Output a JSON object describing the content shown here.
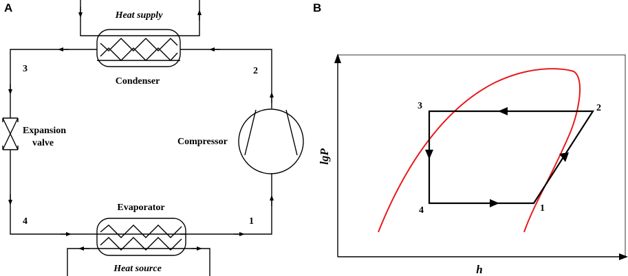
{
  "panel_a": {
    "label": "A",
    "heat_supply": "Heat supply",
    "condenser": "Condenser",
    "expansion_valve_line1": "Expansion",
    "expansion_valve_line2": "valve",
    "compressor": "Compressor",
    "evaporator": "Evaporator",
    "heat_source": "Heat source",
    "points": [
      "1",
      "2",
      "3",
      "4"
    ]
  },
  "panel_b": {
    "label": "B",
    "y_axis": "lgP",
    "x_axis": "h",
    "points": [
      "1",
      "2",
      "3",
      "4"
    ],
    "saturation_curve_color": "#e8191c"
  }
}
